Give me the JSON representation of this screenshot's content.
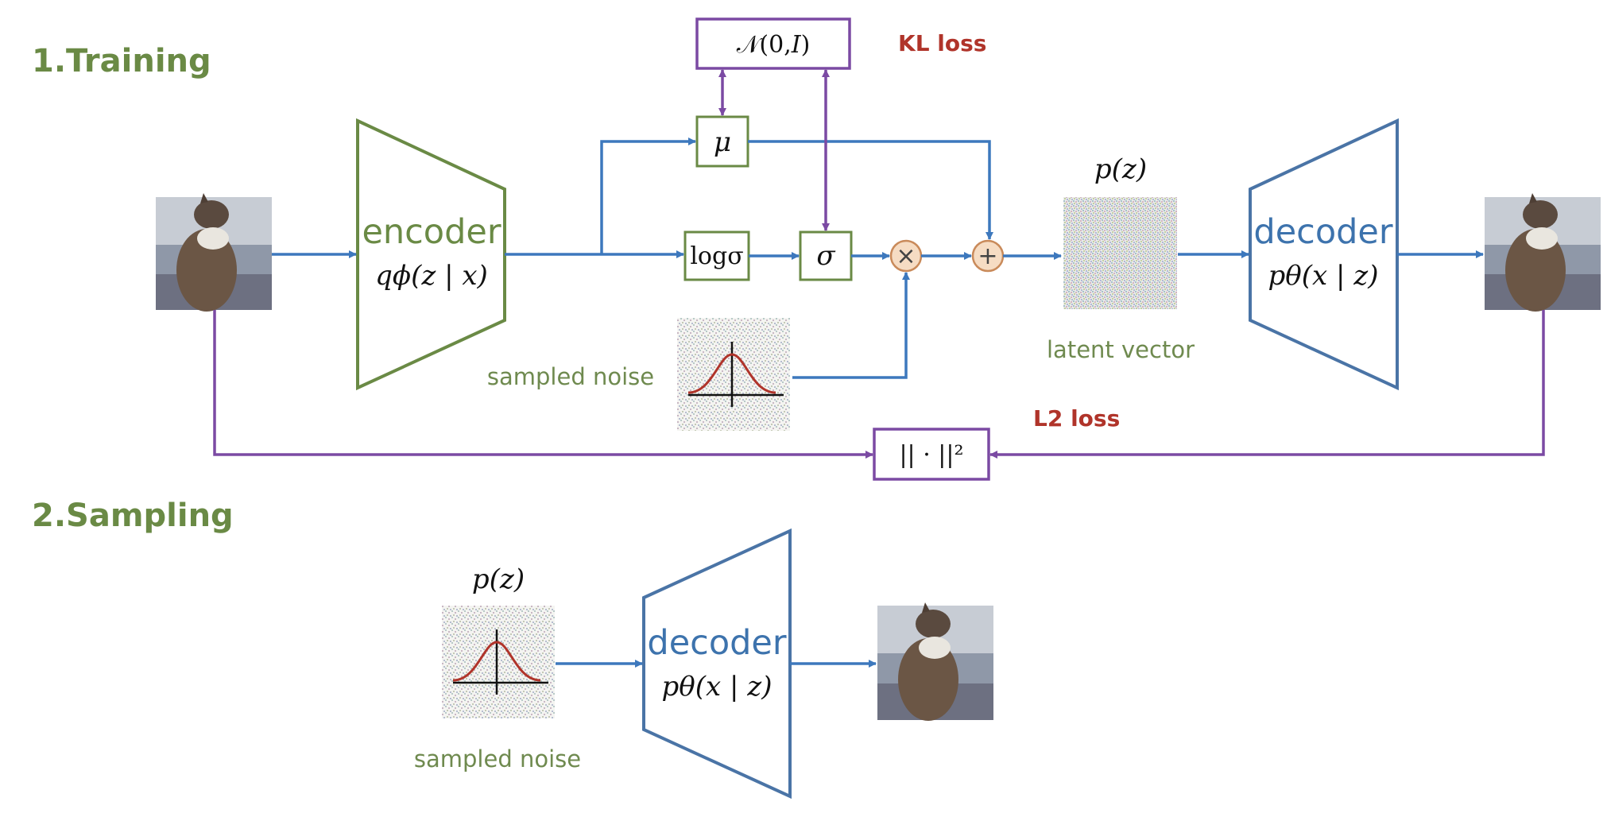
{
  "training": {
    "title": "1.Training",
    "encoder": {
      "label": "encoder",
      "formula": "qϕ(z | x)"
    },
    "decoder": {
      "label": "decoder",
      "formula": "pθ(x | z)"
    },
    "prior_box": "𝒩(0,𝐼)",
    "kl_loss": "KL loss",
    "mu": "μ",
    "log_sigma": "logσ",
    "sigma": "σ",
    "multiply": "×",
    "add": "+",
    "pz": "p(z)",
    "latent_label": "latent vector",
    "noise_label": "sampled noise",
    "l2_loss": "L2 loss",
    "norm": "|| · ||²"
  },
  "sampling": {
    "title": "2.Sampling",
    "pz": "p(z)",
    "noise_label": "sampled noise",
    "decoder": {
      "label": "decoder",
      "formula": "pθ(x | z)"
    }
  },
  "colors": {
    "green": "#6a8a45",
    "blue": "#3d78bd",
    "purple": "#7b4aa3",
    "loss_red": "#b0342a",
    "gaussian_curve": "#b0342a"
  },
  "icons": {
    "cat_image": "cat-photo-icon",
    "noise_image": "noise-gaussian-icon",
    "latent_image": "latent-noise-icon"
  }
}
